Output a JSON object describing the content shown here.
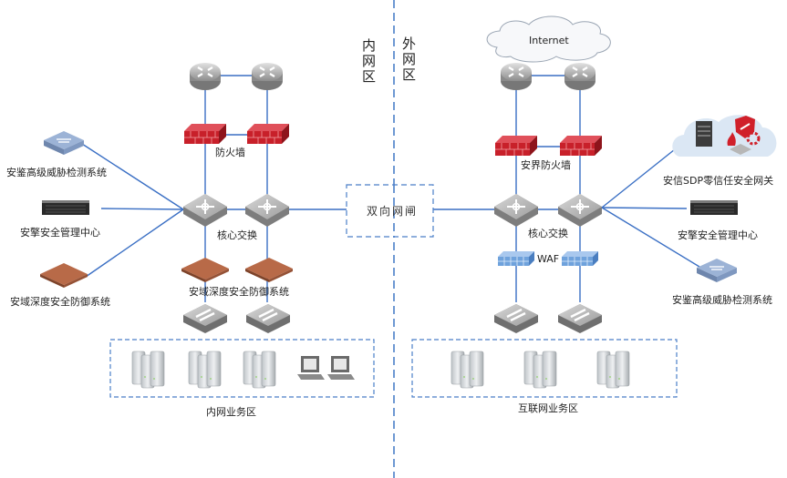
{
  "zones": {
    "inner_label": "内网区",
    "outer_label": "外网区"
  },
  "gateway": {
    "label": "双向网闸"
  },
  "internet": {
    "label": "Internet"
  },
  "inner": {
    "firewall_label": "防火墙",
    "core_switch_label": "核心交换",
    "defense_label": "安域深度安全防御系统",
    "business_zone_label": "内网业务区",
    "side_devices": [
      {
        "icon": "threat-detection-icon",
        "label": "安鉴高级威胁检测系统"
      },
      {
        "icon": "rack-server-icon",
        "label": "安擎安全管理中心"
      },
      {
        "icon": "defense-appliance-icon",
        "label": "安域深度安全防御系统"
      }
    ]
  },
  "outer": {
    "firewall_label": "安界防火墙",
    "core_switch_label": "核心交换",
    "waf_label": "WAF",
    "business_zone_label": "互联网业务区",
    "side_devices": [
      {
        "icon": "sdp-gateway-icon",
        "label": "安信SDP零信任安全网关"
      },
      {
        "icon": "rack-server-icon",
        "label": "安擎安全管理中心"
      },
      {
        "icon": "threat-detection-icon",
        "label": "安鉴高级威胁检测系统"
      }
    ]
  },
  "colors": {
    "link": "#3a6fc4",
    "dashed": "#4a7ec8",
    "firewall": "#c8202a",
    "waf": "#6fa2dc",
    "defense": "#b86a48",
    "device_gray": "#a9a9a9"
  }
}
